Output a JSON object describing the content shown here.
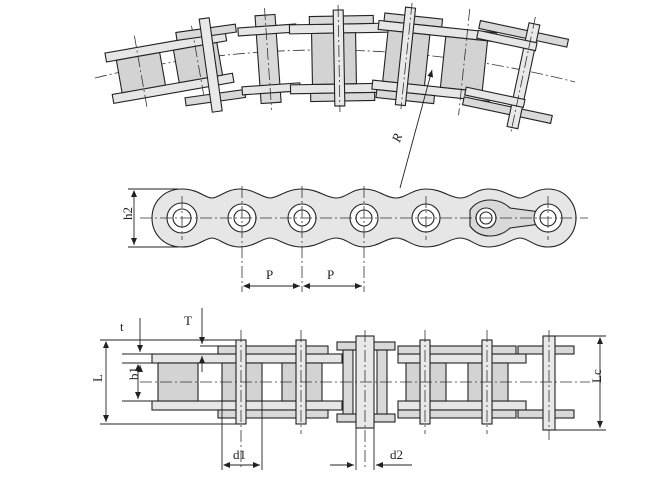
{
  "diagram": {
    "labels": {
      "radius": "R",
      "h2": "h2",
      "pitch_1": "P",
      "pitch_2": "P",
      "t": "t",
      "T": "T",
      "L": "L",
      "b1": "b1",
      "Lc": "Lc",
      "d1": "d1",
      "d2": "d2"
    }
  }
}
